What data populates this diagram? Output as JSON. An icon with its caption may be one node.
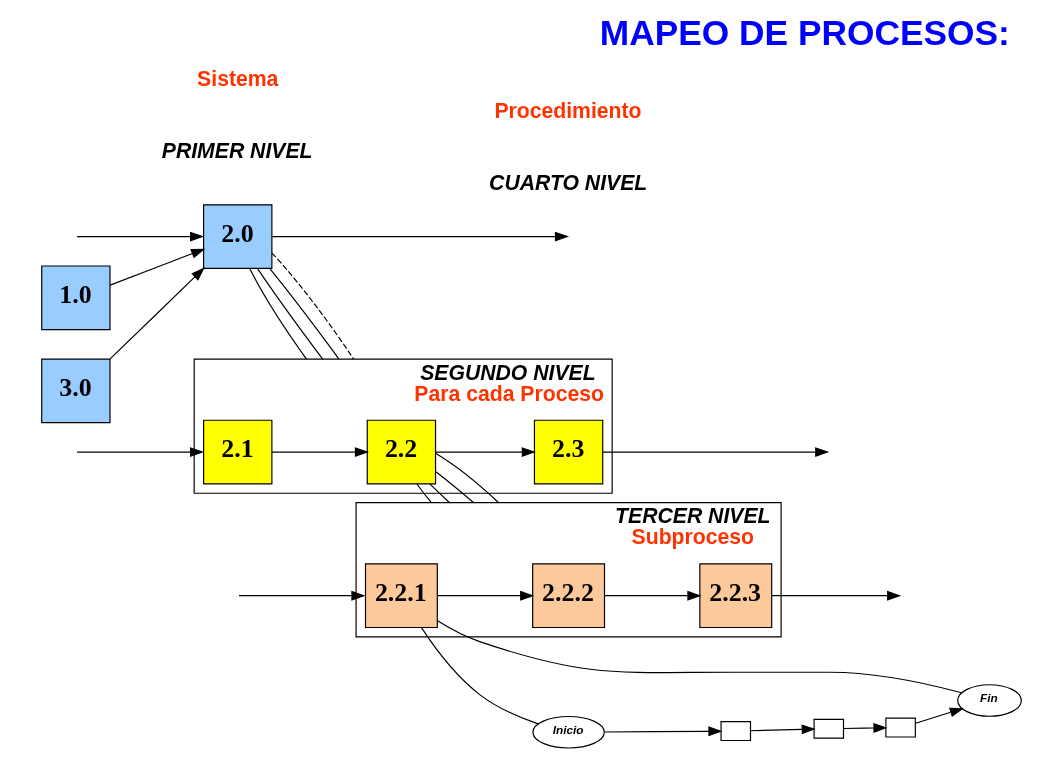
{
  "diagram": {
    "title": "MAPEO DE PROCESOS:",
    "nodes": [
      {
        "text": [
          "1.0"
        ]
      },
      {
        "text": [
          "2.0"
        ]
      },
      {
        "text": [
          "3.0"
        ]
      },
      {
        "text": [
          "SEGUNDO NIVEL",
          "Para cada Proceso"
        ]
      },
      {
        "text": [
          "2.1"
        ],
        "in": 3
      },
      {
        "text": [
          "2.2"
        ],
        "in": 3
      },
      {
        "text": [
          "2.3"
        ],
        "in": 3
      },
      {
        "text": [
          "TERCER NIVEL",
          "Subproceso"
        ]
      },
      {
        "text": [
          "2.2.1"
        ],
        "in": 7
      },
      {
        "text": [
          "2.2.2"
        ],
        "in": 7
      },
      {
        "text": [
          "2.2.3"
        ],
        "in": 7
      },
      {
        "text": [
          "Inicio"
        ]
      },
      {
        "text": [],
        "shape": "box"
      },
      {
        "text": [],
        "shape": "box"
      },
      {
        "text": [],
        "shape": "box"
      },
      {
        "text": [
          "Fin"
        ]
      }
    ],
    "edges": [
      {
        "from": 0,
        "to": 1,
        "arrow": "to"
      },
      {
        "from": 1,
        "to": null,
        "arrow": "to"
      },
      {
        "from": null,
        "to": 1,
        "arrow": "to"
      },
      {
        "from": 2,
        "to": 1,
        "arrow": "to"
      },
      {
        "from": 1,
        "to": 3,
        "arrow": "none"
      },
      {
        "from": 1,
        "to": 3,
        "arrow": "none"
      },
      {
        "from": 1,
        "to": 3,
        "arrow": "none"
      },
      {
        "from": 1,
        "to": 3,
        "arrow": "none",
        "style": "dashed"
      },
      {
        "from": null,
        "to": 4,
        "arrow": "to"
      },
      {
        "from": 4,
        "to": 5,
        "arrow": "to"
      },
      {
        "from": 5,
        "to": 6,
        "arrow": "to"
      },
      {
        "from": 6,
        "to": null,
        "arrow": "to"
      },
      {
        "from": 5,
        "to": 7,
        "arrow": "none"
      },
      {
        "from": 5,
        "to": 7,
        "arrow": "none"
      },
      {
        "from": 5,
        "to": 7,
        "arrow": "none"
      },
      {
        "from": 5,
        "to": 7,
        "arrow": "none"
      },
      {
        "from": null,
        "to": 8,
        "arrow": "to"
      },
      {
        "from": 8,
        "to": 9,
        "arrow": "to"
      },
      {
        "from": 9,
        "to": 10,
        "arrow": "to"
      },
      {
        "from": 10,
        "to": null,
        "arrow": "to"
      },
      {
        "from": 8,
        "to": 11,
        "arrow": "none"
      },
      {
        "from": 8,
        "to": 15,
        "arrow": "none"
      },
      {
        "from": 11,
        "to": 12,
        "arrow": "to"
      },
      {
        "from": 12,
        "to": 13,
        "arrow": "to"
      },
      {
        "from": 13,
        "to": 14,
        "arrow": "to"
      },
      {
        "from": 14,
        "to": 15,
        "arrow": "to"
      }
    ],
    "labels": [
      "PRIMER NIVEL",
      "Sistema",
      "CUARTO NIVEL",
      "Procedimiento"
    ]
  }
}
